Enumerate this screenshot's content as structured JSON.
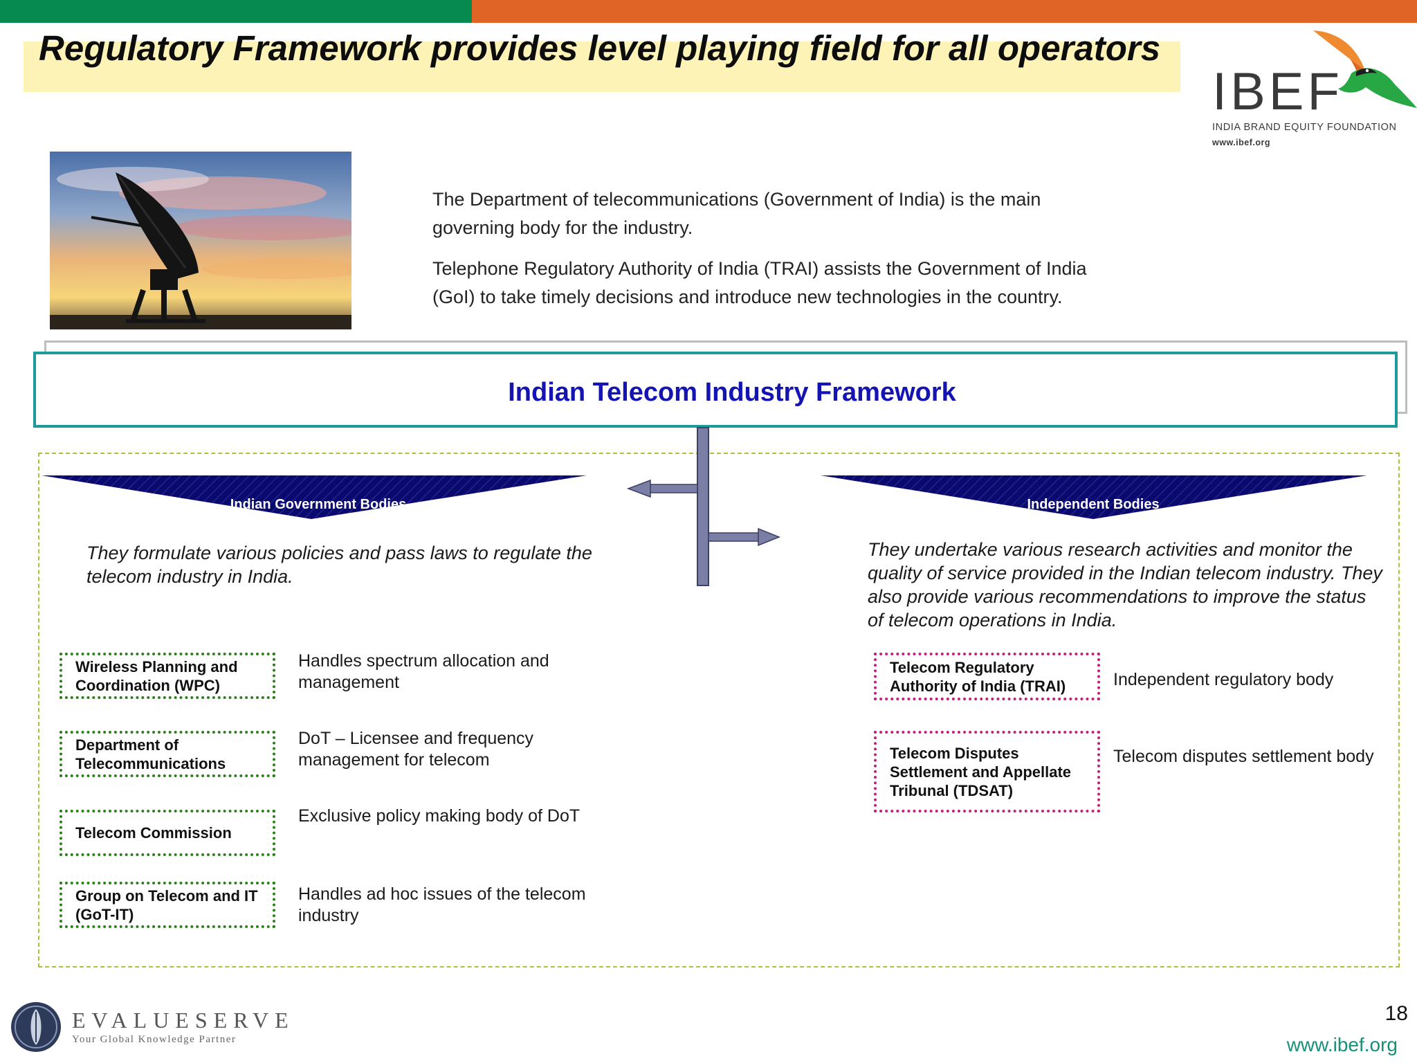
{
  "header": {
    "title": "Regulatory Framework provides level playing field for all operators",
    "accent_colors": {
      "green": "#078a4f",
      "orange": "#e06426",
      "title_bg": "#fdf3b6"
    }
  },
  "logo": {
    "text": "IBEF",
    "subtitle": "INDIA BRAND EQUITY FOUNDATION",
    "url": "www.ibef.org",
    "icon": "bird-icon"
  },
  "photo": {
    "icon": "satellite-dish-icon"
  },
  "intro": {
    "paragraph_1": "The Department of telecommunications (Government of India) is the main governing body for the industry.",
    "paragraph_2": "Telephone Regulatory Authority of India (TRAI) assists the Government of India (GoI) to take timely decisions and introduce new technologies in the country."
  },
  "framework": {
    "title": "Indian Telecom Industry Framework",
    "left": {
      "banner": "Indian Government Bodies",
      "description": "They formulate various policies and pass laws  to regulate the telecom industry in India.",
      "bodies": [
        {
          "name": "Wireless Planning and Coordination (WPC)",
          "role": "Handles spectrum allocation and management"
        },
        {
          "name": "Department of Telecommunications",
          "role": "DoT – Licensee and frequency management for telecom"
        },
        {
          "name": "Telecom Commission",
          "role": "Exclusive policy making body of DoT"
        },
        {
          "name": "Group on Telecom and IT (GoT-IT)",
          "role": "Handles ad hoc issues of the telecom industry"
        }
      ]
    },
    "right": {
      "banner": "Independent Bodies",
      "description": "They undertake various research activities and monitor the quality of service provided in the Indian telecom industry. They also provide various recommendations to improve the status of telecom operations in India.",
      "bodies": [
        {
          "name": "Telecom Regulatory Authority of India (TRAI)",
          "role": "Independent regulatory body"
        },
        {
          "name": "Telecom Disputes Settlement and Appellate Tribunal (TDSAT)",
          "role": "Telecom disputes settlement body"
        }
      ]
    }
  },
  "footer": {
    "brand": "EVALUESERVE",
    "tagline": "Your Global Knowledge Partner",
    "page_number": "18",
    "url": "www.ibef.org"
  }
}
